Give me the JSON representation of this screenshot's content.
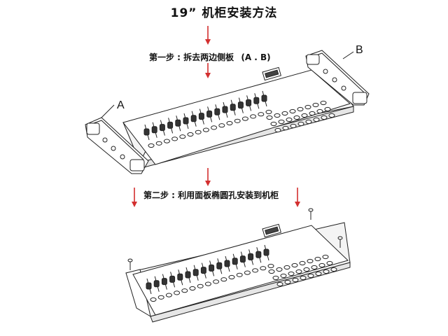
{
  "title": "19” 机柜安装方法",
  "step1": {
    "label": "第一步 : 拆去两边侧板",
    "parts": "(A . B)"
  },
  "step2": {
    "label": "第二步 : 利用面板椭圆孔安装到机柜"
  },
  "callouts": {
    "a": "A",
    "b": "B"
  },
  "colors": {
    "arrow": "#d32f2f",
    "line": "#222222",
    "panel_fill": "#ffffff",
    "shade": "#dddddd"
  },
  "console": {
    "fader_count": 16,
    "button_grid_rows": 3,
    "button_grid_cols": 8
  }
}
